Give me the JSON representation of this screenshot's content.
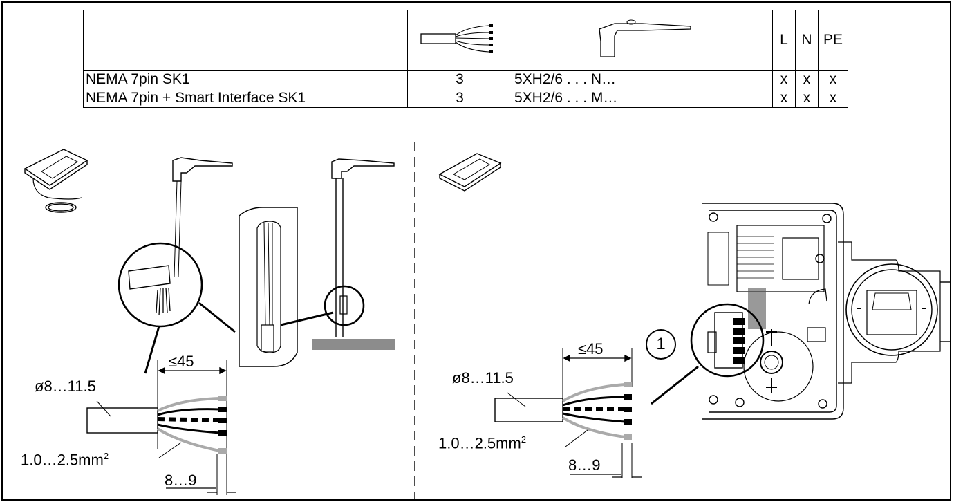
{
  "table": {
    "header_cols": [
      "L",
      "N",
      "PE"
    ],
    "rows": [
      {
        "name": "NEMA 7pin SK1",
        "qty": "3",
        "code": "5XH2/6 . . . N…",
        "l": "x",
        "n": "x",
        "pe": "x"
      },
      {
        "name": "NEMA 7pin + Smart Interface SK1",
        "qty": "3",
        "code": "5XH2/6 . . . M…",
        "l": "x",
        "n": "x",
        "pe": "x"
      }
    ]
  },
  "left_panel": {
    "strip_length": "≤45",
    "diameter": "ø8…11.5",
    "cross_section": "1.0…2.5mm",
    "cross_section_sup": "2",
    "insulation": "8…9"
  },
  "right_panel": {
    "strip_length": "≤45",
    "diameter": "ø8…11.5",
    "cross_section": "1.0…2.5mm",
    "cross_section_sup": "2",
    "insulation": "8…9",
    "callout": "1"
  }
}
